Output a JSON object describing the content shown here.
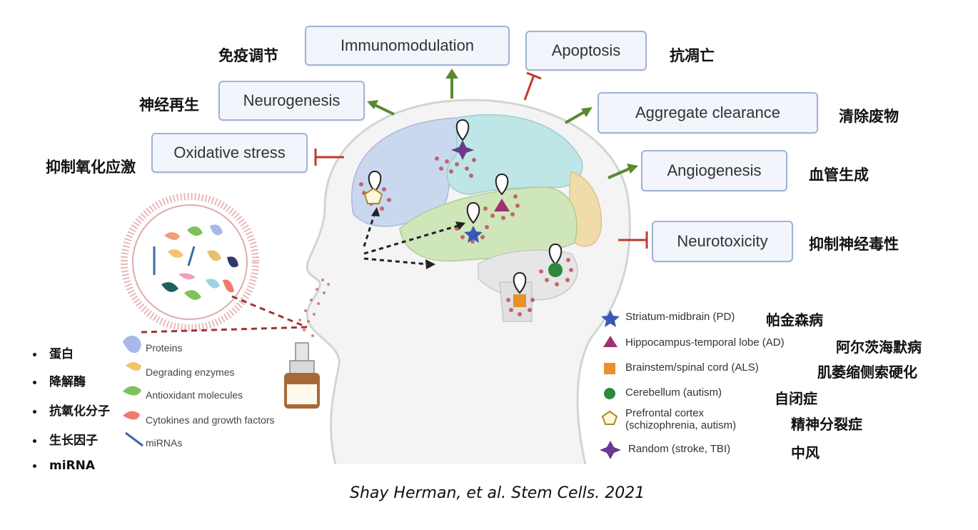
{
  "effects": {
    "immunomodulation": {
      "en": "Immunomodulation",
      "cn": "免疫调节"
    },
    "apoptosis": {
      "en": "Apoptosis",
      "cn": "抗凋亡"
    },
    "neurogenesis": {
      "en": "Neurogenesis",
      "cn": "神经再生"
    },
    "aggregate_clearance": {
      "en": "Aggregate clearance",
      "cn": "清除废物"
    },
    "oxidative_stress": {
      "en": "Oxidative stress",
      "cn": "抑制氧化应激"
    },
    "angiogenesis": {
      "en": "Angiogenesis",
      "cn": "血管生成"
    },
    "neurotoxicity": {
      "en": "Neurotoxicity",
      "cn": "抑制神经毒性"
    }
  },
  "region_legend": [
    {
      "label": "Striatum-midbrain (PD)",
      "cn": "帕金森病",
      "shape": "star-blue"
    },
    {
      "label": "Hippocampus-temporal lobe (AD)",
      "cn": "阿尔茨海默病",
      "shape": "triangle-purple"
    },
    {
      "label": "Brainstem/spinal cord (ALS)",
      "cn": "肌萎缩侧索硬化",
      "shape": "square-orange"
    },
    {
      "label": "Cerebellum (autism)",
      "cn": "自闭症",
      "shape": "circle-green"
    },
    {
      "label": "Prefrontal cortex",
      "label2": "(schizophrenia, autism)",
      "cn": "精神分裂症",
      "shape": "pentagon-yellow"
    },
    {
      "label": "Random (stroke, TBI)",
      "cn": "中风",
      "shape": "star4-purple"
    }
  ],
  "cargo_legend": [
    "Proteins",
    "Degrading enzymes",
    "Antioxidant molecules",
    "Cytokines  and growth factors",
    "miRNAs"
  ],
  "cn_bullets": [
    "蛋白",
    "降解酶",
    "抗氧化分子",
    "生长因子",
    "miRNA"
  ],
  "citation": "Shay Herman, et al. Stem Cells. 2021",
  "colors": {
    "box_border": "#9fb3d9",
    "arrow_green": "#5a8a2e",
    "inhibit_red": "#c0392b",
    "dots": "#c0505a"
  }
}
